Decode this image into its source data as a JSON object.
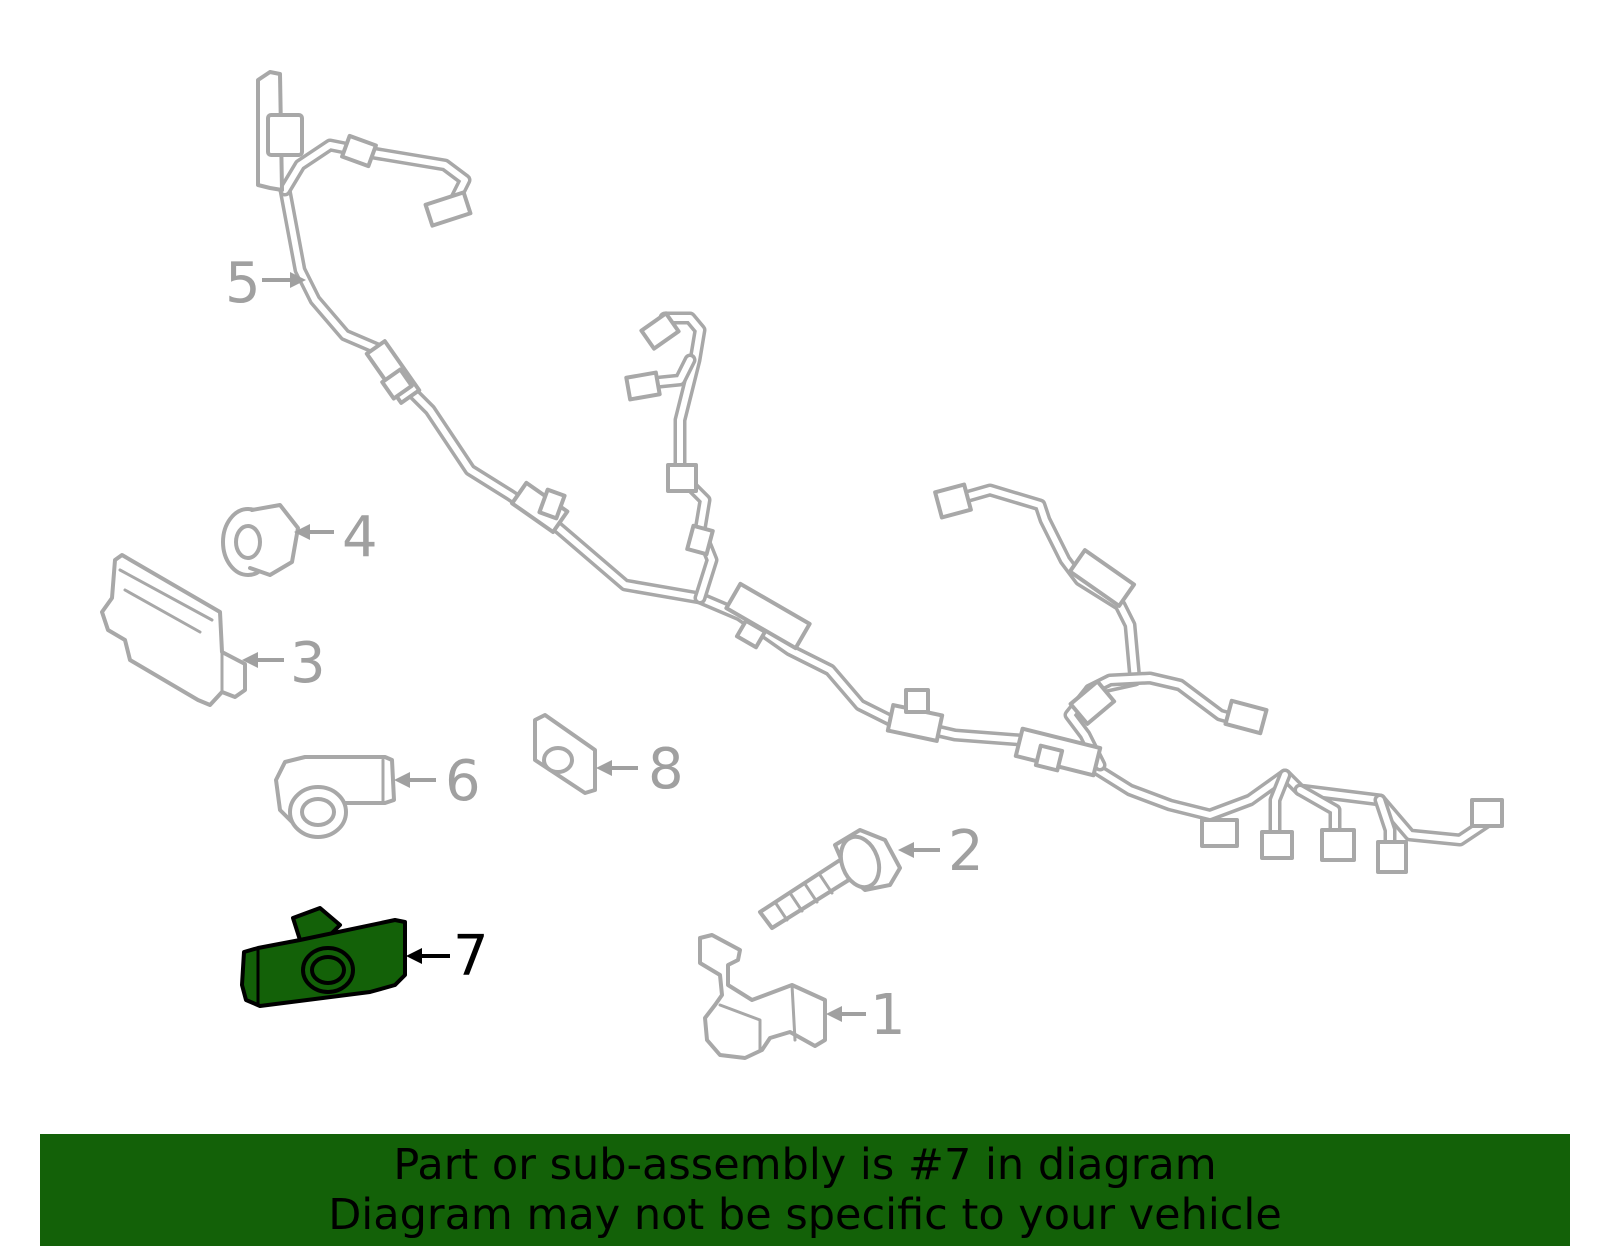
{
  "diagram": {
    "highlight_color": "#136108",
    "part_color": "#a8a8a8",
    "selected_part": "7",
    "callouts": [
      "1",
      "2",
      "3",
      "4",
      "5",
      "6",
      "7",
      "8"
    ]
  },
  "banner": {
    "line1": "Part or sub-assembly is #7 in diagram",
    "line2": "Diagram may not be specific to your vehicle",
    "background": "#136108"
  }
}
